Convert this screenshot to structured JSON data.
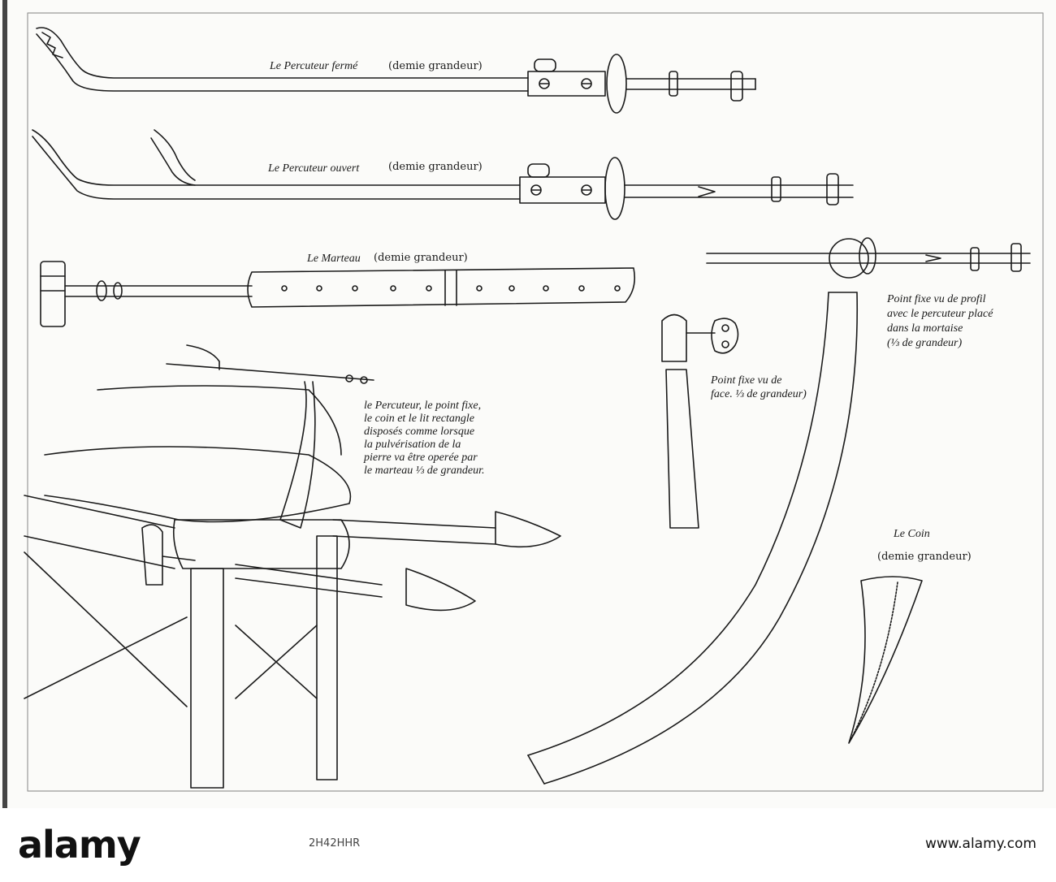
{
  "plate": {
    "labels": {
      "percuteur_ferme": "Le Percuteur fermé",
      "percuteur_ferme_size": "(demie grandeur)",
      "percuteur_ouvert": "Le Percuteur ouvert",
      "percuteur_ouvert_size": "(demie grandeur)",
      "marteau": "Le Marteau",
      "marteau_size": "(demie grandeur)",
      "assembly_lines": [
        "le Percuteur, le point fixe,",
        "le coin et le lit rectangle",
        "disposés comme lorsque",
        "la pulvérisation de la",
        "pierre va être operée par",
        "le marteau ⅓ de grandeur."
      ],
      "point_fixe_face_lines": [
        "Point fixe vu de",
        "face. ⅓ de grandeur)"
      ],
      "point_fixe_profil_lines": [
        "Point fixe vu de profil",
        "avec le percuteur placé",
        "dans la mortaise",
        "(⅓ de grandeur)"
      ],
      "coin": "Le Coin",
      "coin_size": "(demie grandeur)"
    }
  },
  "footer": {
    "logo": "alamy",
    "image_id": "2H42HHR",
    "site": "www.alamy.com"
  },
  "colors": {
    "ink": "#1a1a1a",
    "paper": "#fbfbf9",
    "footer_bg": "#ffffff"
  }
}
